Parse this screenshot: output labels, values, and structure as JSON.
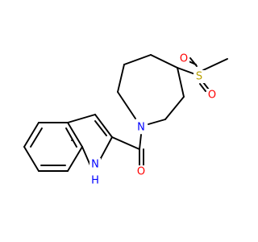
{
  "colors": {
    "background": "#ffffff",
    "bond": "#000000",
    "nitrogen": "#0000ff",
    "oxygen": "#ff0000",
    "sulfur": "#b8a000"
  },
  "atoms": {
    "n_azepane": "N",
    "n_indole": "N",
    "h_indole": "H",
    "o_carbonyl": "O",
    "s_sulfonyl": "S",
    "o_sulfonyl_top": "O",
    "o_sulfonyl_bottom": "O"
  }
}
